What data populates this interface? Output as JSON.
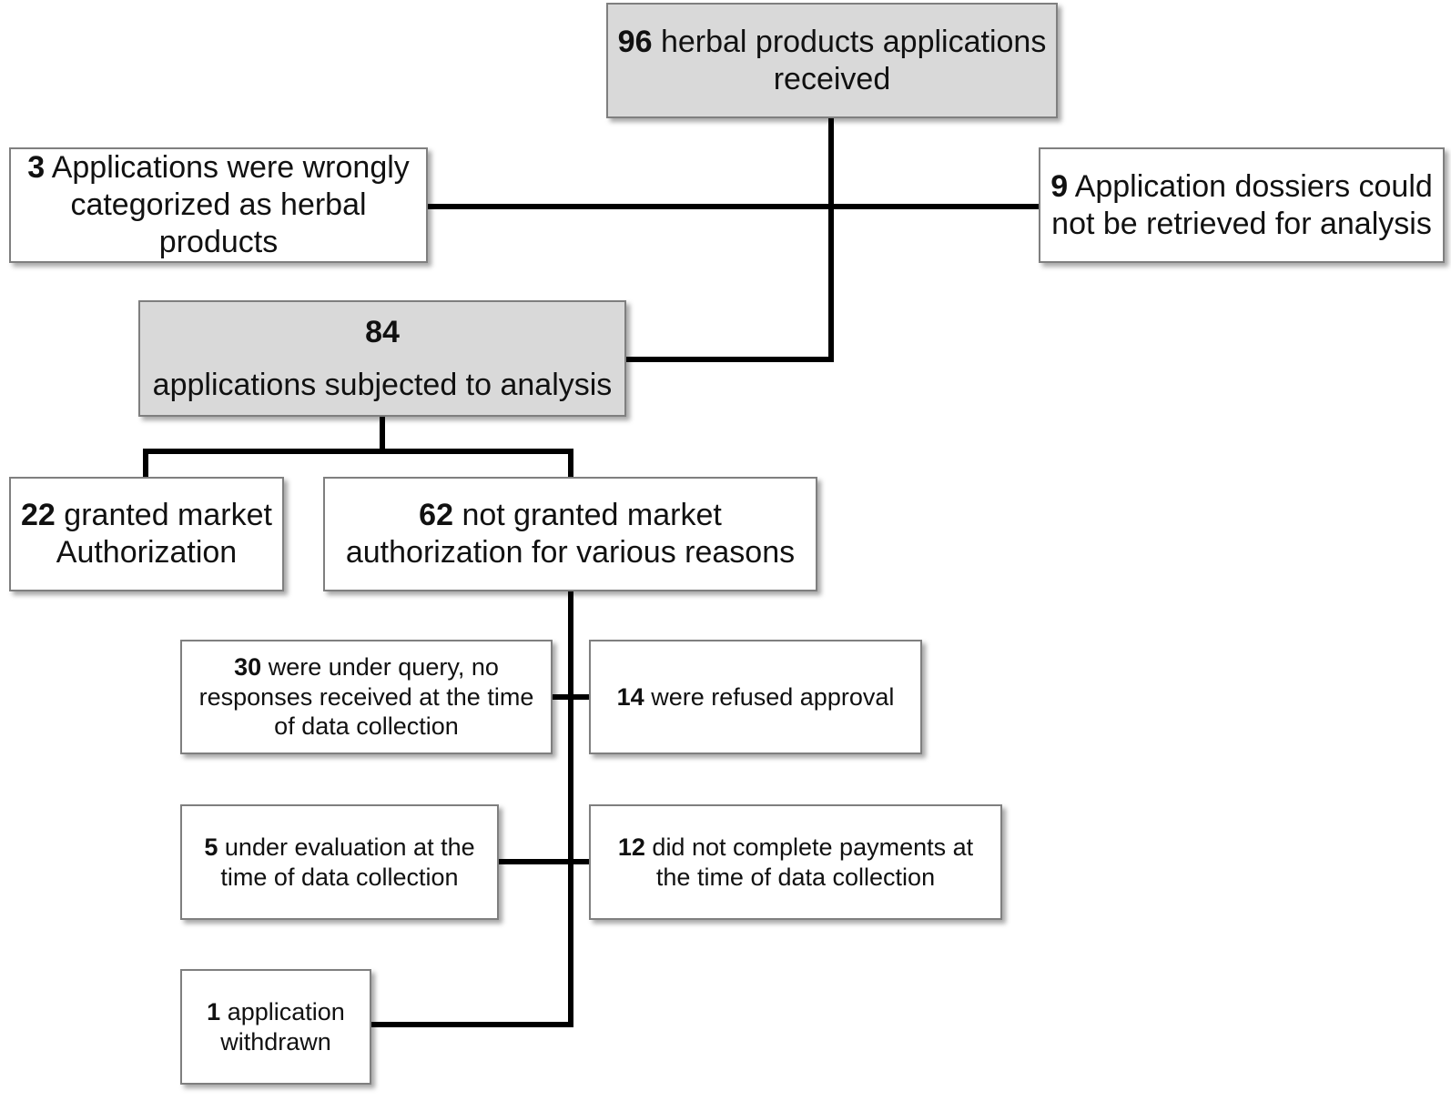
{
  "boxes": {
    "received": {
      "count": "96",
      "text": "herbal products applications received"
    },
    "wrong": {
      "count": "3",
      "text": "Applications were wrongly categorized as herbal products"
    },
    "dossiers": {
      "count": "9",
      "text": "Application dossiers could not be retrieved for analysis"
    },
    "analysis": {
      "count": "84",
      "text": "applications subjected to analysis"
    },
    "granted": {
      "count": "22",
      "text": "granted market Authorization"
    },
    "not_granted": {
      "count": "62",
      "text": "not granted market authorization for various reasons"
    },
    "query": {
      "count": "30",
      "text": "were under query, no responses received at the time of data collection"
    },
    "refused": {
      "count": "14",
      "text": "were refused approval"
    },
    "evaluation": {
      "count": "5",
      "text": "under evaluation at the time of data collection"
    },
    "payments": {
      "count": "12",
      "text": "did not complete payments at the time of data collection"
    },
    "withdrawn": {
      "count": "1",
      "text": "application withdrawn"
    }
  }
}
